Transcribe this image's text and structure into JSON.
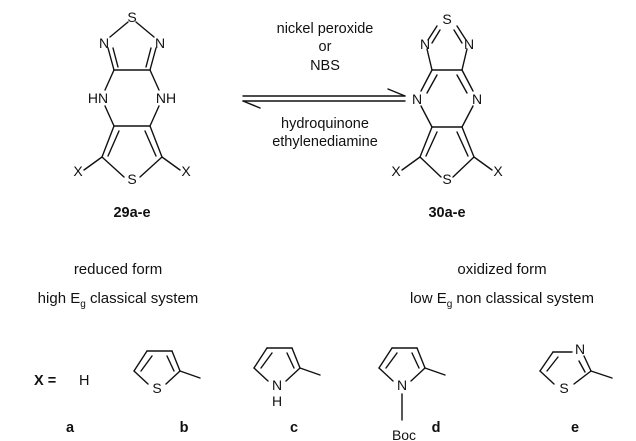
{
  "reaction": {
    "forward_reagents": [
      "nickel peroxide",
      "or",
      "NBS"
    ],
    "reverse_reagents": [
      "hydroquinone",
      "ethylenediamine"
    ]
  },
  "reactant": {
    "atoms": {
      "S": "S",
      "N1": "N",
      "N2": "N",
      "NH1": "HN",
      "NH2": "NH",
      "S_thio": "S",
      "X1": "X",
      "X2": "X"
    },
    "compound_label": "29a-e",
    "caption_line1": "reduced form",
    "caption_line2_pre": "high E",
    "caption_line2_sub": "g",
    "caption_line2_post": " classical system"
  },
  "product": {
    "atoms": {
      "S": "S",
      "N1": "N",
      "N2": "N",
      "N3": "N",
      "N4": "N",
      "S_thio": "S",
      "X1": "X",
      "X2": "X"
    },
    "compound_label": "30a-e",
    "caption_line1": "oxidized form",
    "caption_line2_pre": "low E",
    "caption_line2_sub": "g",
    "caption_line2_post": " non classical system"
  },
  "substituents": {
    "x_label": "X =",
    "items": [
      {
        "key": "a",
        "text": "H"
      },
      {
        "key": "b",
        "atom": "S"
      },
      {
        "key": "c",
        "atom": "N",
        "atom2": "H"
      },
      {
        "key": "d",
        "atom": "N",
        "atom2": "Boc"
      },
      {
        "key": "e",
        "atom": "S",
        "atom2": "N"
      }
    ]
  }
}
